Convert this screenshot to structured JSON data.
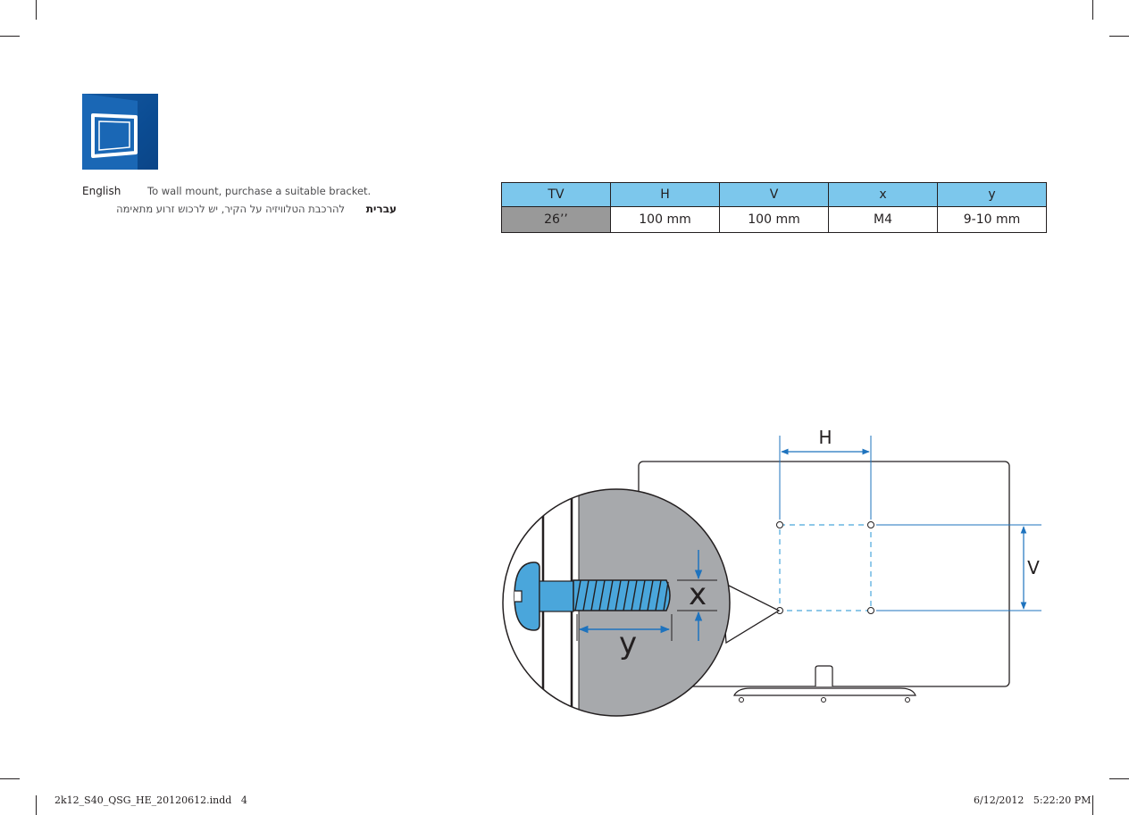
{
  "languages": [
    {
      "name": "English",
      "text": "To wall mount, purchase a suitable bracket."
    },
    {
      "name": "עברית",
      "text": "להרכבת הטלוויזיה על הקיר, יש לרכוש זרוע מתאימה"
    }
  ],
  "spec_table": {
    "headers": [
      "TV",
      "H",
      "V",
      "x",
      "y"
    ],
    "row": [
      "26’’",
      "100 mm",
      "100 mm",
      "M4",
      "9-10 mm"
    ]
  },
  "diagram": {
    "label_h": "H",
    "label_v": "V",
    "label_x": "x",
    "label_y": "y"
  },
  "footer": {
    "file": "2k12_S40_QSG_HE_20120612.indd   4",
    "datetime": "6/12/2012   5:22:20 PM"
  },
  "icon": "wall-mount-tv-icon",
  "colors": {
    "accent_blue": "#1e6bb8",
    "table_header": "#7cc7ec",
    "table_first_cell": "#999999",
    "dimension_line": "#1e73be"
  }
}
